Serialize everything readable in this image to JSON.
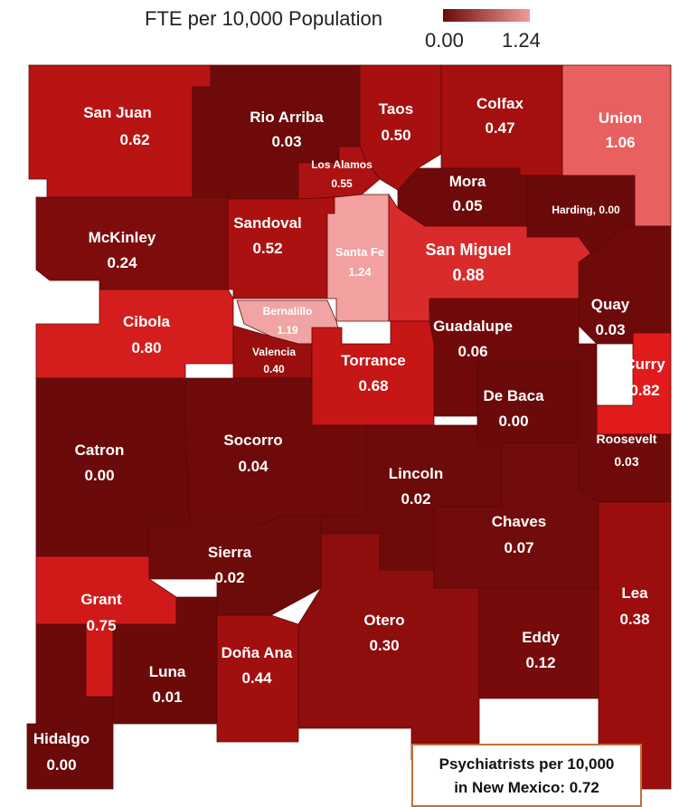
{
  "legend": {
    "title": "FTE per 10,000 Population",
    "min": "0.00",
    "max": "1.24",
    "color_low": "#6b0a0a",
    "color_high": "#f29a9a"
  },
  "state_summary": {
    "line1": "Psychiatrists per 10,000",
    "line2": "in New Mexico: 0.72"
  },
  "counties": [
    {
      "name": "San Juan",
      "value": "0.62",
      "color": "#b81414"
    },
    {
      "name": "Rio Arriba",
      "value": "0.03",
      "color": "#6e0a0a"
    },
    {
      "name": "Taos",
      "value": "0.50",
      "color": "#a81010"
    },
    {
      "name": "Colfax",
      "value": "0.47",
      "color": "#a50f0f"
    },
    {
      "name": "Union",
      "value": "1.06",
      "color": "#e86060"
    },
    {
      "name": "Los Alamos",
      "value": "0.55",
      "color": "#ad1212"
    },
    {
      "name": "Mora",
      "value": "0.05",
      "color": "#6f0a0a"
    },
    {
      "name": "Harding, 0.00",
      "value": "",
      "color": "#6b0a0a"
    },
    {
      "name": "McKinley",
      "value": "0.24",
      "color": "#7e0c0c"
    },
    {
      "name": "Sandoval",
      "value": "0.52",
      "color": "#ab1111"
    },
    {
      "name": "Santa Fe",
      "value": "1.24",
      "color": "#f2a0a0"
    },
    {
      "name": "San Miguel",
      "value": "0.88",
      "color": "#d92b2b"
    },
    {
      "name": "Bernalillo",
      "value": "1.19",
      "color": "#f0a4a4"
    },
    {
      "name": "Cibola",
      "value": "0.80",
      "color": "#d41e1e"
    },
    {
      "name": "Valencia",
      "value": "0.40",
      "color": "#9a0e0e"
    },
    {
      "name": "Quay",
      "value": "0.03",
      "color": "#6e0a0a"
    },
    {
      "name": "Guadalupe",
      "value": "0.06",
      "color": "#700a0a"
    },
    {
      "name": "Torrance",
      "value": "0.68",
      "color": "#c61616"
    },
    {
      "name": "Curry",
      "value": "0.82",
      "color": "#e11b1b"
    },
    {
      "name": "De Baca",
      "value": "0.00",
      "color": "#6b0a0a"
    },
    {
      "name": "Roosevelt",
      "value": "0.03",
      "color": "#6e0a0a"
    },
    {
      "name": "Catron",
      "value": "0.00",
      "color": "#6b0a0a"
    },
    {
      "name": "Socorro",
      "value": "0.04",
      "color": "#6f0a0a"
    },
    {
      "name": "Lincoln",
      "value": "0.02",
      "color": "#6d0a0a"
    },
    {
      "name": "Chaves",
      "value": "0.07",
      "color": "#720b0b"
    },
    {
      "name": "Sierra",
      "value": "0.02",
      "color": "#6d0a0a"
    },
    {
      "name": "Grant",
      "value": "0.75",
      "color": "#d01a1a"
    },
    {
      "name": "Lea",
      "value": "0.38",
      "color": "#9c0e0e"
    },
    {
      "name": "Otero",
      "value": "0.30",
      "color": "#8e0d0d"
    },
    {
      "name": "Eddy",
      "value": "0.12",
      "color": "#770b0b"
    },
    {
      "name": "Luna",
      "value": "0.01",
      "color": "#6c0a0a"
    },
    {
      "name": "Doña Ana",
      "value": "0.44",
      "color": "#a20f0f"
    },
    {
      "name": "Hidalgo",
      "value": "0.00",
      "color": "#6b0a0a"
    }
  ]
}
